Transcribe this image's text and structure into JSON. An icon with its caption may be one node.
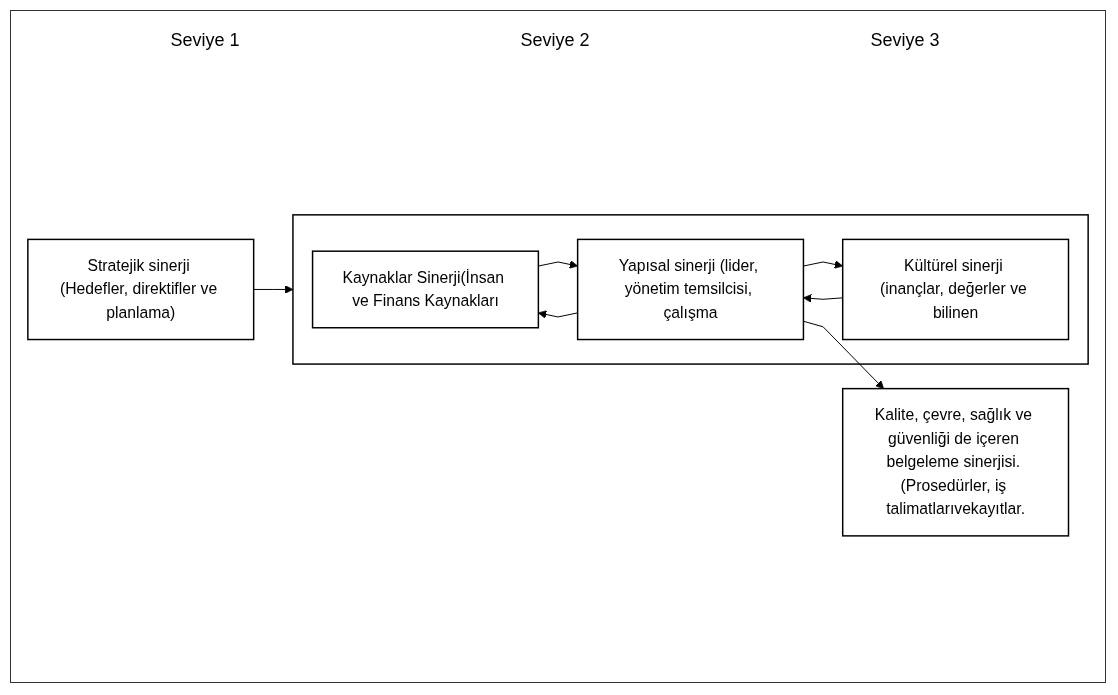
{
  "diagram": {
    "nodes": [
      {
        "text": [
          "Stratejik sinerji (Hedefler, direktifler ve planlama)"
        ]
      },
      {
        "text": [],
        "shape": "box"
      },
      {
        "text": [
          "Kaynaklar Sinerji(İnsan ve Finans Kaynakları"
        ],
        "in": 1
      },
      {
        "text": [
          "Yapısal sinerji (lider, yönetim temsilcisi, çalışma"
        ],
        "in": 1
      },
      {
        "text": [
          "Kültürel sinerji (inançlar, değerler ve bilinen"
        ],
        "in": 1
      },
      {
        "text": [
          "Kalite, çevre, sağlık ve güvenliği de içeren belgeleme sinerjisi. (Prosedürler, iş talimatlarıvekayıtlar."
        ]
      }
    ],
    "edges": [
      {
        "from": 0,
        "to": 1,
        "arrow": "to"
      },
      {
        "from": 2,
        "to": 3,
        "arrow": "to"
      },
      {
        "from": 3,
        "to": 2,
        "arrow": "to"
      },
      {
        "from": 3,
        "to": 4,
        "arrow": "to"
      },
      {
        "from": 4,
        "to": 3,
        "arrow": "to"
      },
      {
        "from": 3,
        "to": 5,
        "arrow": "to"
      }
    ],
    "labels": [
      "Seviye 1",
      "Seviye 2",
      "Seviye 3"
    ]
  }
}
